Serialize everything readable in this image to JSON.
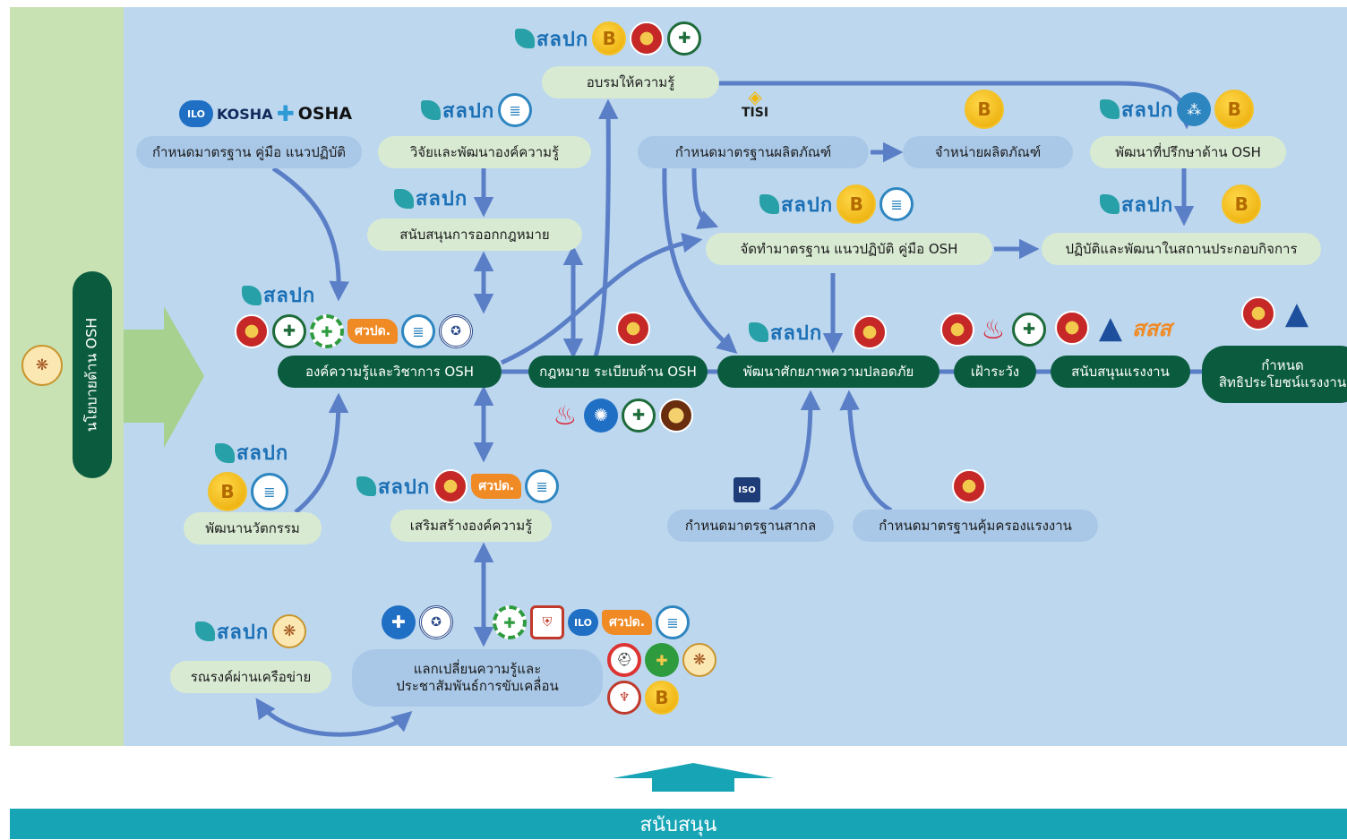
{
  "left_policy": {
    "label": "นโยบายด้าน OSH"
  },
  "nodes": {
    "set_standards_manual": "กำหนดมาตรฐาน คู่มือ แนวปฏิบัติ",
    "research_knowledge": "วิจัยและพัฒนาองค์ความรู้",
    "training": "อบรมให้ความรู้",
    "product_standards": "กำหนดมาตรฐานผลิตภัณฑ์",
    "sell_products": "จำหน่ายผลิตภัณฑ์",
    "develop_consultants": "พัฒนาที่ปรึกษาด้าน OSH",
    "support_legislation": "สนับสนุนการออกกฎหมาย",
    "create_standards": "จัดทำมาตรฐาน แนวปฏิบัติ คู่มือ OSH",
    "practice_in_workplace": "ปฏิบัติและพัฒนาในสถานประกอบกิจการ",
    "osh_knowledge": "องค์ความรู้และวิชาการ OSH",
    "osh_law": "กฎหมาย ระเบียบด้าน OSH",
    "safety_capacity": "พัฒนาศักยภาพความปลอดภัย",
    "surveillance": "เฝ้าระวัง",
    "support_workers": "สนับสนุนแรงงาน",
    "benefits_line1": "กำหนด",
    "benefits_line2": "สิทธิประโยชน์แรงงาน",
    "innovation": "พัฒนานวัตกรรม",
    "strengthen_knowledge": "เสริมสร้างองค์ความรู้",
    "intl_standards": "กำหนดมาตรฐานสากล",
    "labor_protection_standards": "กำหนดมาตรฐานคุ้มครองแรงงาน",
    "network_campaign": "รณรงค์ผ่านเครือข่าย",
    "exchange_line1": "แลกเปลี่ยนความรู้และ",
    "exchange_line2": "ประชาสัมพันธ์การขับเคลื่อน"
  },
  "logo_text": {
    "clpn": "สลปก",
    "kosha": "KOSHA",
    "osha": "OSHA",
    "ilo": "ILO",
    "tisi": "TISI",
    "iso": "ISO",
    "sss": "สสส",
    "kwpd": "ศวปด.",
    "bitcoin": "B"
  },
  "footer": {
    "support": "สนับสนุน"
  },
  "colors": {
    "left_panel": "#c8e2b4",
    "main_panel": "#bdd7ee",
    "dark_node": "#0b5c3f",
    "arrow": "#5b7fc7",
    "support_band": "#17a5b6"
  }
}
